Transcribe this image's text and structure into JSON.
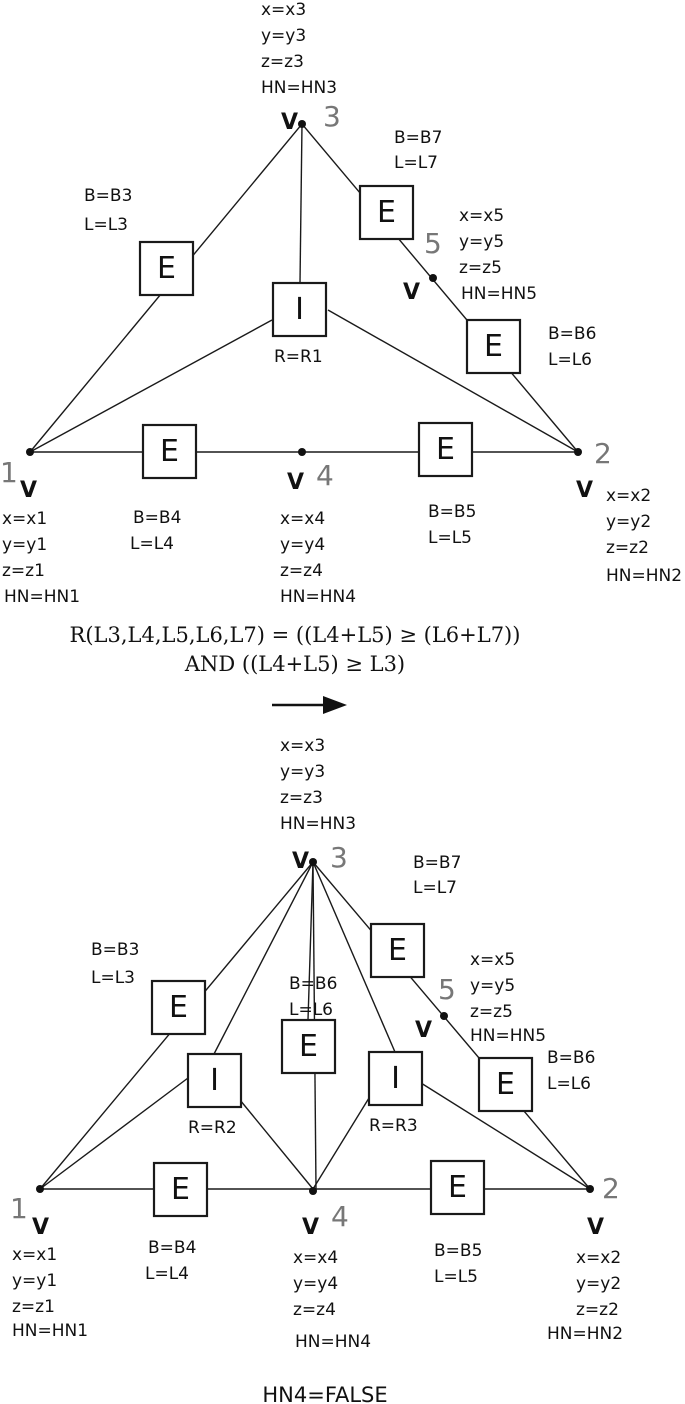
{
  "top": {
    "v3": {
      "mark": "V",
      "num": "3",
      "attrs": [
        "x=x3",
        "y=y3",
        "z=z3",
        "HN=HN3"
      ]
    },
    "v1": {
      "mark": "V",
      "num": "1",
      "attrs": [
        "x=x1",
        "y=y1",
        "z=z1",
        "HN=HN1"
      ]
    },
    "v2": {
      "mark": "V",
      "num": "2",
      "attrs": [
        "x=x2",
        "y=y2",
        "z=z2",
        "HN=HN2"
      ]
    },
    "v4": {
      "mark": "V",
      "num": "4",
      "attrs": [
        "x=x4",
        "y=y4",
        "z=z4",
        "HN=HN4"
      ]
    },
    "v5": {
      "mark": "V",
      "num": "5",
      "attrs": [
        "x=x5",
        "y=y5",
        "z=z5",
        "HN=HN5"
      ]
    },
    "e_left": {
      "letter": "E",
      "attrs": [
        "B=B3",
        "L=L3"
      ]
    },
    "e_bot_left": {
      "letter": "E",
      "attrs": [
        "B=B4",
        "L=L4"
      ]
    },
    "e_bot_right": {
      "letter": "E",
      "attrs": [
        "B=B5",
        "L=L5"
      ]
    },
    "e_right_lower": {
      "letter": "E",
      "attrs": [
        "B=B6",
        "L=L6"
      ]
    },
    "e_right_upper": {
      "letter": "E",
      "attrs": [
        "B=B7",
        "L=L7"
      ]
    },
    "i_center": {
      "letter": "I",
      "label": "R=R1"
    }
  },
  "rule": {
    "line1": "R(L3,L4,L5,L6,L7) = ((L4+L5) ≥ (L6+L7))",
    "line2": "AND ((L4+L5) ≥ L3)"
  },
  "bottom": {
    "v3": {
      "mark": "V",
      "num": "3",
      "attrs": [
        "x=x3",
        "y=y3",
        "z=z3",
        "HN=HN3"
      ]
    },
    "v1": {
      "mark": "V",
      "num": "1",
      "attrs": [
        "x=x1",
        "y=y1",
        "z=z1",
        "HN=HN1"
      ]
    },
    "v2": {
      "mark": "V",
      "num": "2",
      "attrs": [
        "x=x2",
        "y=y2",
        "z=z2",
        "HN=HN2"
      ]
    },
    "v4": {
      "mark": "V",
      "num": "4",
      "attrs": [
        "x=x4",
        "y=y4",
        "z=z4",
        "HN=HN4"
      ]
    },
    "v5": {
      "mark": "V",
      "num": "5",
      "attrs": [
        "x=x5",
        "y=y5",
        "z=z5",
        "HN=HN5"
      ]
    },
    "e_left": {
      "letter": "E",
      "attrs": [
        "B=B3",
        "L=L3"
      ]
    },
    "e_bot_left": {
      "letter": "E",
      "attrs": [
        "B=B4",
        "L=L4"
      ]
    },
    "e_bot_right": {
      "letter": "E",
      "attrs": [
        "B=B5",
        "L=L5"
      ]
    },
    "e_right_lower": {
      "letter": "E",
      "attrs": [
        "B=B6",
        "L=L6"
      ]
    },
    "e_right_upper": {
      "letter": "E",
      "attrs": [
        "B=B7",
        "L=L7"
      ]
    },
    "e_center": {
      "letter": "E",
      "attrs": [
        "B=B6",
        "L=L6"
      ]
    },
    "i_left": {
      "letter": "I",
      "label": "R=R2"
    },
    "i_right": {
      "letter": "I",
      "label": "R=R3"
    }
  },
  "footer": "HN4=FALSE"
}
